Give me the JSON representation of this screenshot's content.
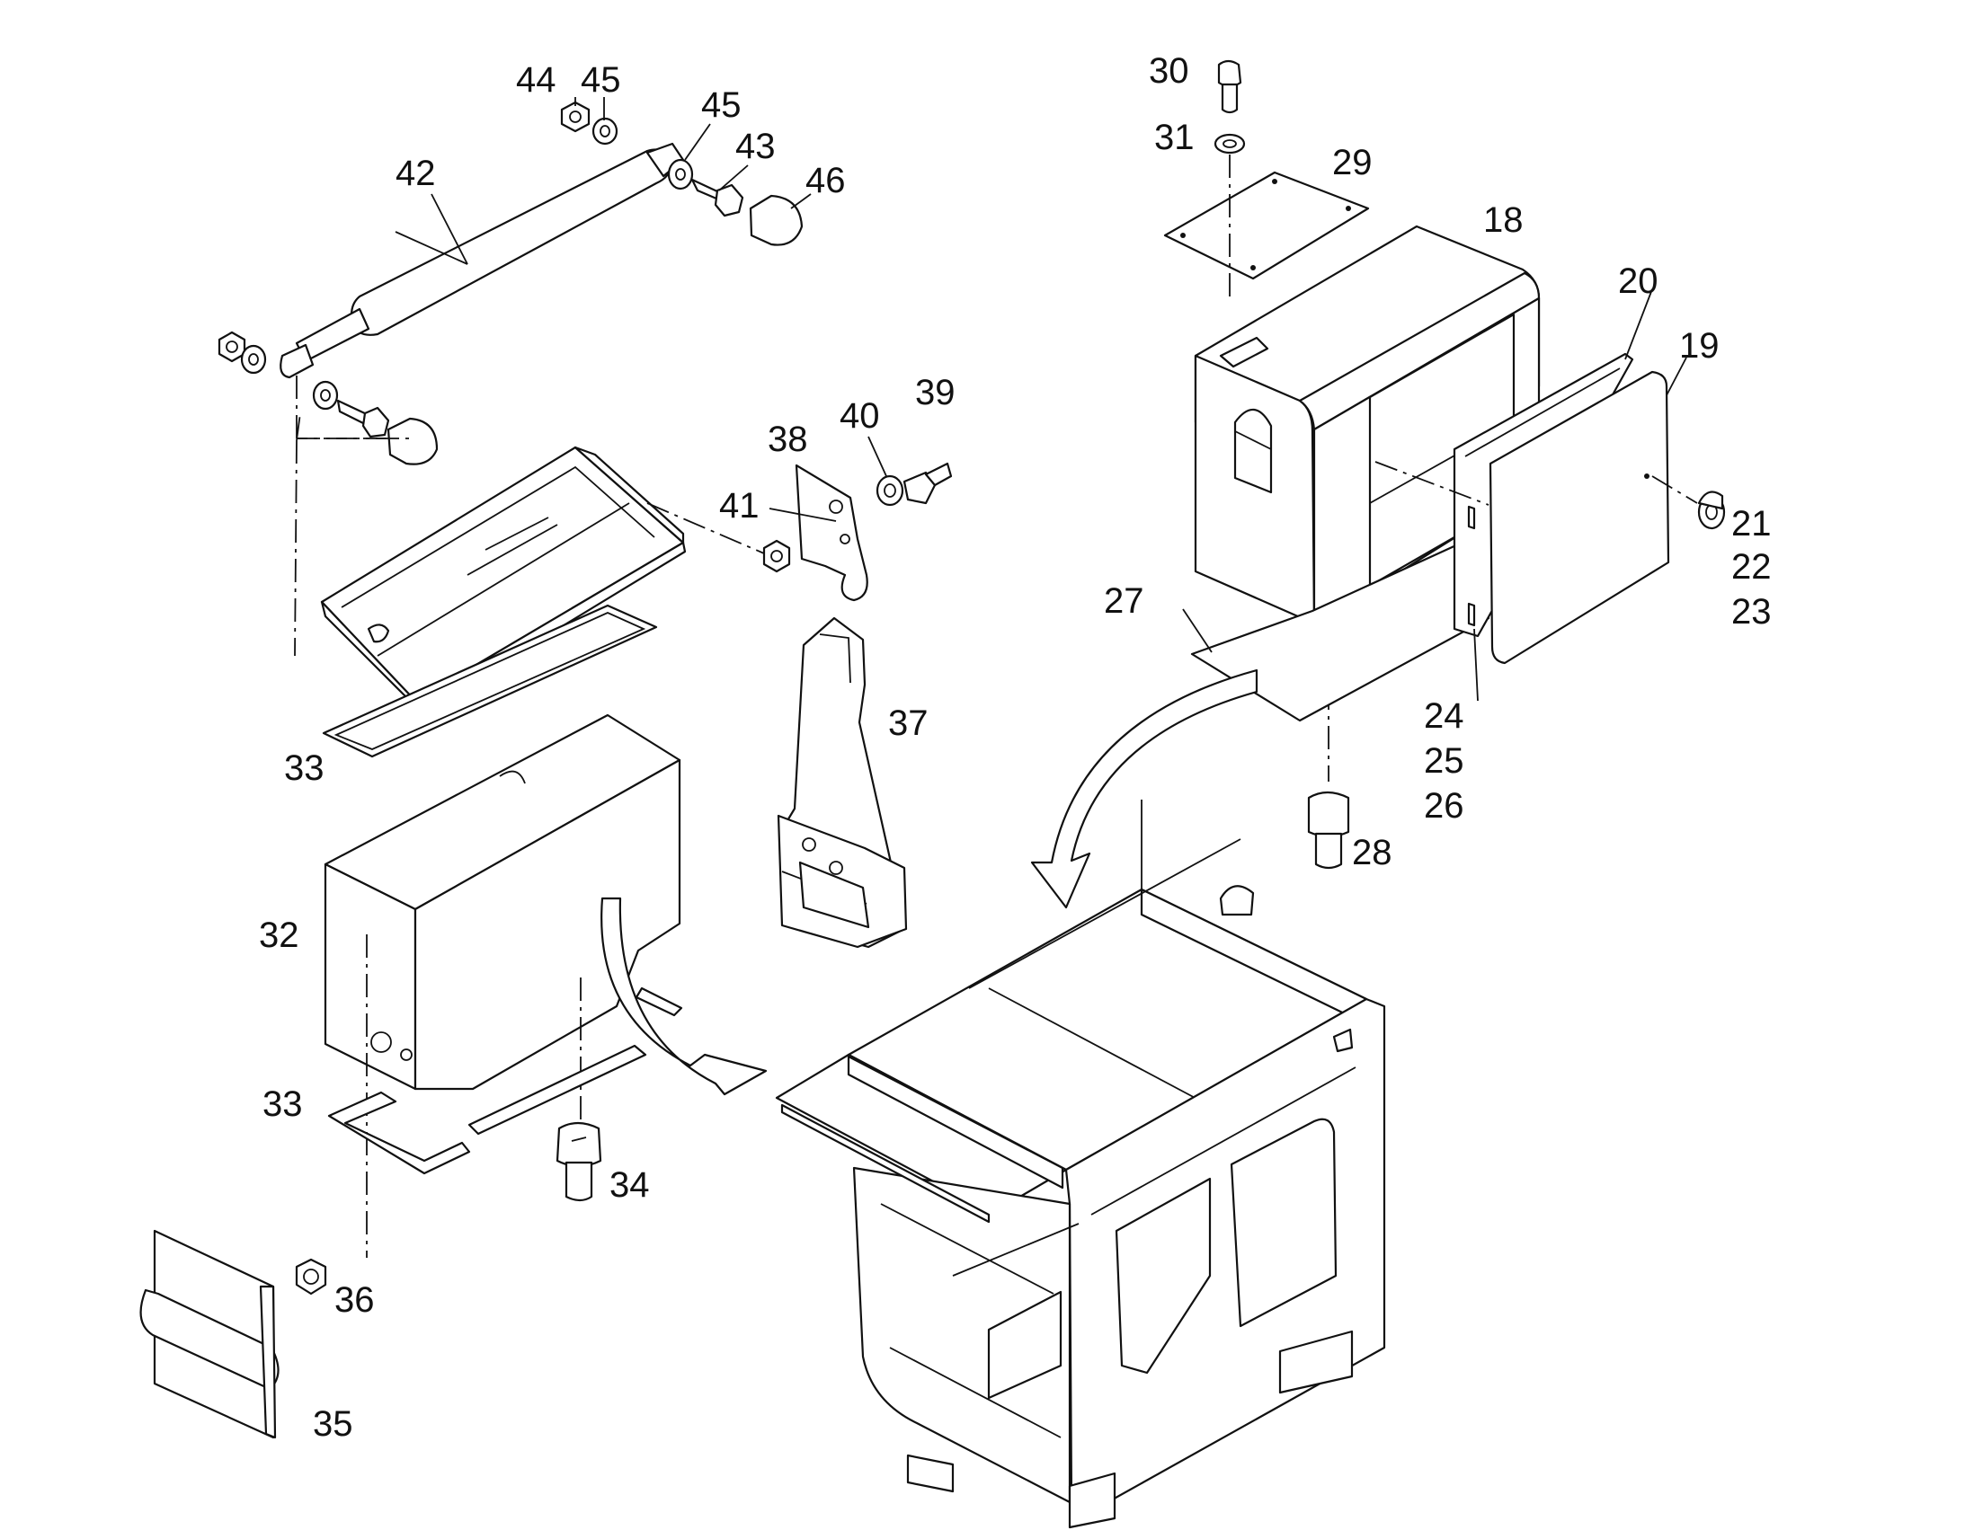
{
  "labels": {
    "p18": "18",
    "p19": "19",
    "p20": "20",
    "p21": "21",
    "p22": "22",
    "p23": "23",
    "p24": "24",
    "p25": "25",
    "p26": "26",
    "p27": "27",
    "p28": "28",
    "p29": "29",
    "p30": "30",
    "p31": "31",
    "p32": "32",
    "p33a": "33",
    "p33b": "33",
    "p34": "34",
    "p35": "35",
    "p36": "36",
    "p37": "37",
    "p38": "38",
    "p39": "39",
    "p40": "40",
    "p41": "41",
    "p42": "42",
    "p43": "43",
    "p44": "44",
    "p45a": "45",
    "p45b": "45",
    "p46": "46"
  }
}
